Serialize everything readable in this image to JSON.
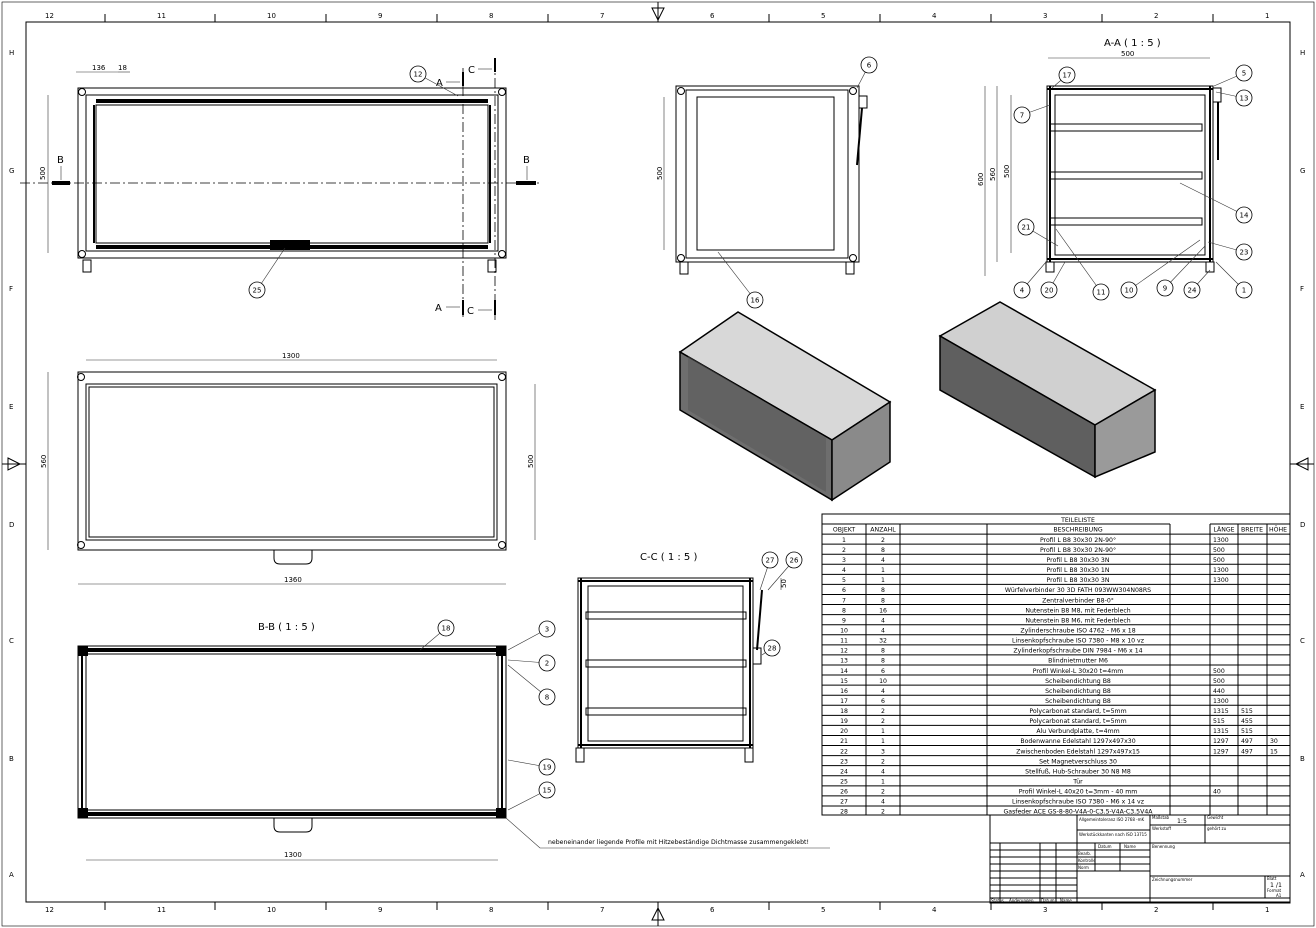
{
  "zones": {
    "columns": [
      "12",
      "11",
      "10",
      "9",
      "8",
      "7",
      "6",
      "5",
      "4",
      "3",
      "2",
      "1"
    ],
    "rows": [
      "H",
      "G",
      "F",
      "E",
      "D",
      "C",
      "B",
      "A"
    ]
  },
  "top_view": {
    "dim_136": "136",
    "dim_18": "18",
    "dim_500": "500",
    "section_a": "A",
    "section_b": "B",
    "section_c": "C",
    "balloons": [
      "12",
      "25"
    ]
  },
  "front_view": {
    "dim_width": "1300",
    "dim_height_outer": "560",
    "dim_height_inner": "500",
    "dim_total": "1360"
  },
  "bb_view": {
    "title": "B-B ( 1 : 5 )",
    "dim_width": "1300",
    "balloons": [
      "18",
      "3",
      "2",
      "8",
      "19",
      "15"
    ],
    "note": "nebeneinander liegende Profile mit Hitzebeständige Dichtmasse zusammengeklebt!"
  },
  "side_view": {
    "dim_height": "500",
    "balloons": [
      "6",
      "16"
    ]
  },
  "aa_view": {
    "title": "A-A ( 1 : 5 )",
    "dim_width": "500",
    "dim_600": "600",
    "dim_560": "560",
    "dim_500": "500",
    "balloons": [
      "17",
      "5",
      "13",
      "7",
      "14",
      "21",
      "23",
      "4",
      "20",
      "11",
      "10",
      "9",
      "24",
      "1"
    ]
  },
  "cc_view": {
    "title": "C-C ( 1 : 5 )",
    "dim_50": "50",
    "balloons": [
      "27",
      "26",
      "28"
    ]
  },
  "parts_list": {
    "title": "TEILELISTE",
    "headers": [
      "OBJEKT",
      "ANZAHL",
      "BESCHREIBUNG",
      "LÄNGE",
      "BREITE",
      "HÖHE"
    ],
    "rows": [
      [
        "1",
        "2",
        "Profil L B8 30x30 2N-90°",
        "1300",
        "",
        ""
      ],
      [
        "2",
        "8",
        "Profil L B8 30x30 2N-90°",
        "500",
        "",
        ""
      ],
      [
        "3",
        "4",
        "Profil L B8 30x30 3N",
        "500",
        "",
        ""
      ],
      [
        "4",
        "1",
        "Profil L B8 30x30 1N",
        "1300",
        "",
        ""
      ],
      [
        "5",
        "1",
        "Profil L B8 30x30 3N",
        "1300",
        "",
        ""
      ],
      [
        "6",
        "8",
        "Würfelverbinder 30 3D FATH 093WW304N08RS",
        "",
        "",
        ""
      ],
      [
        "7",
        "8",
        "Zentralverbinder B8-0°",
        "",
        "",
        ""
      ],
      [
        "8",
        "16",
        "Nutenstein B8 M8, mit Federblech",
        "",
        "",
        ""
      ],
      [
        "9",
        "4",
        "Nutenstein B8 M6, mit Federblech",
        "",
        "",
        ""
      ],
      [
        "10",
        "4",
        "Zylinderschraube ISO 4762 - M6 x 18",
        "",
        "",
        ""
      ],
      [
        "11",
        "32",
        "Linsenkopfschraube ISO 7380 - M8 x 10 vz",
        "",
        "",
        ""
      ],
      [
        "12",
        "8",
        "Zylinderkopfschraube DIN 7984 - M6 x 14",
        "",
        "",
        ""
      ],
      [
        "13",
        "8",
        "Blindnietmutter M6",
        "",
        "",
        ""
      ],
      [
        "14",
        "6",
        "Profil Winkel-L 30x20 t=4mm",
        "500",
        "",
        ""
      ],
      [
        "15",
        "10",
        "Scheibendichtung B8",
        "500",
        "",
        ""
      ],
      [
        "16",
        "4",
        "Scheibendichtung B8",
        "440",
        "",
        ""
      ],
      [
        "17",
        "6",
        "Scheibendichtung B8",
        "1300",
        "",
        ""
      ],
      [
        "18",
        "2",
        "Polycarbonat standard, t=5mm",
        "1315",
        "515",
        ""
      ],
      [
        "19",
        "2",
        "Polycarbonat standard, t=5mm",
        "515",
        "455",
        ""
      ],
      [
        "20",
        "1",
        "Alu Verbundplatte, t=4mm",
        "1315",
        "515",
        ""
      ],
      [
        "21",
        "1",
        "Bodenwanne Edelstahl 1297x497x30",
        "1297",
        "497",
        "30"
      ],
      [
        "22",
        "3",
        "Zwischenboden Edelstahl 1297x497x15",
        "1297",
        "497",
        "15"
      ],
      [
        "23",
        "2",
        "Set Magnetverschluss 30",
        "",
        "",
        ""
      ],
      [
        "24",
        "4",
        "Stellfuß, Hub-Schrauber 30 N8 M8",
        "",
        "",
        ""
      ],
      [
        "25",
        "1",
        "Tür",
        "",
        "",
        ""
      ],
      [
        "26",
        "2",
        "Profil Winkel-L 40x20 t=3mm - 40 mm",
        "40",
        "",
        ""
      ],
      [
        "27",
        "4",
        "Linsenkopfschraube ISO 7380 - M6 x 14 vz",
        "",
        "",
        ""
      ],
      [
        "28",
        "2",
        "Gasfeder ACE GS-8-80-V4A-0-C3.5-V4A-C3.5V4A",
        "",
        "",
        ""
      ]
    ]
  },
  "title_block": {
    "tolerance_label": "Allgemeintoleranz ISO 2768 -mK",
    "surface_label": "Werkstückkanten nach ISO 13715",
    "scale_label": "Maßstab",
    "scale": "1:5",
    "weight_label": "Werkstoff",
    "material_label": "Gewicht",
    "approved_label": "gehört zu",
    "date_col": "Datum",
    "name_col": "Name",
    "drawn": "Bearb.",
    "checked": "Kontrolle",
    "norm": "Norm",
    "remark_label": "Benennung",
    "drawing_no_label": "Zeichnungsnummer",
    "sheet_label": "Blatt",
    "sheet": "1 /1",
    "format_label": "Format",
    "format": "A1",
    "rev_status": "Status",
    "rev_changes": "Änderungen",
    "rev_date": "Datum",
    "rev_name": "Name"
  }
}
